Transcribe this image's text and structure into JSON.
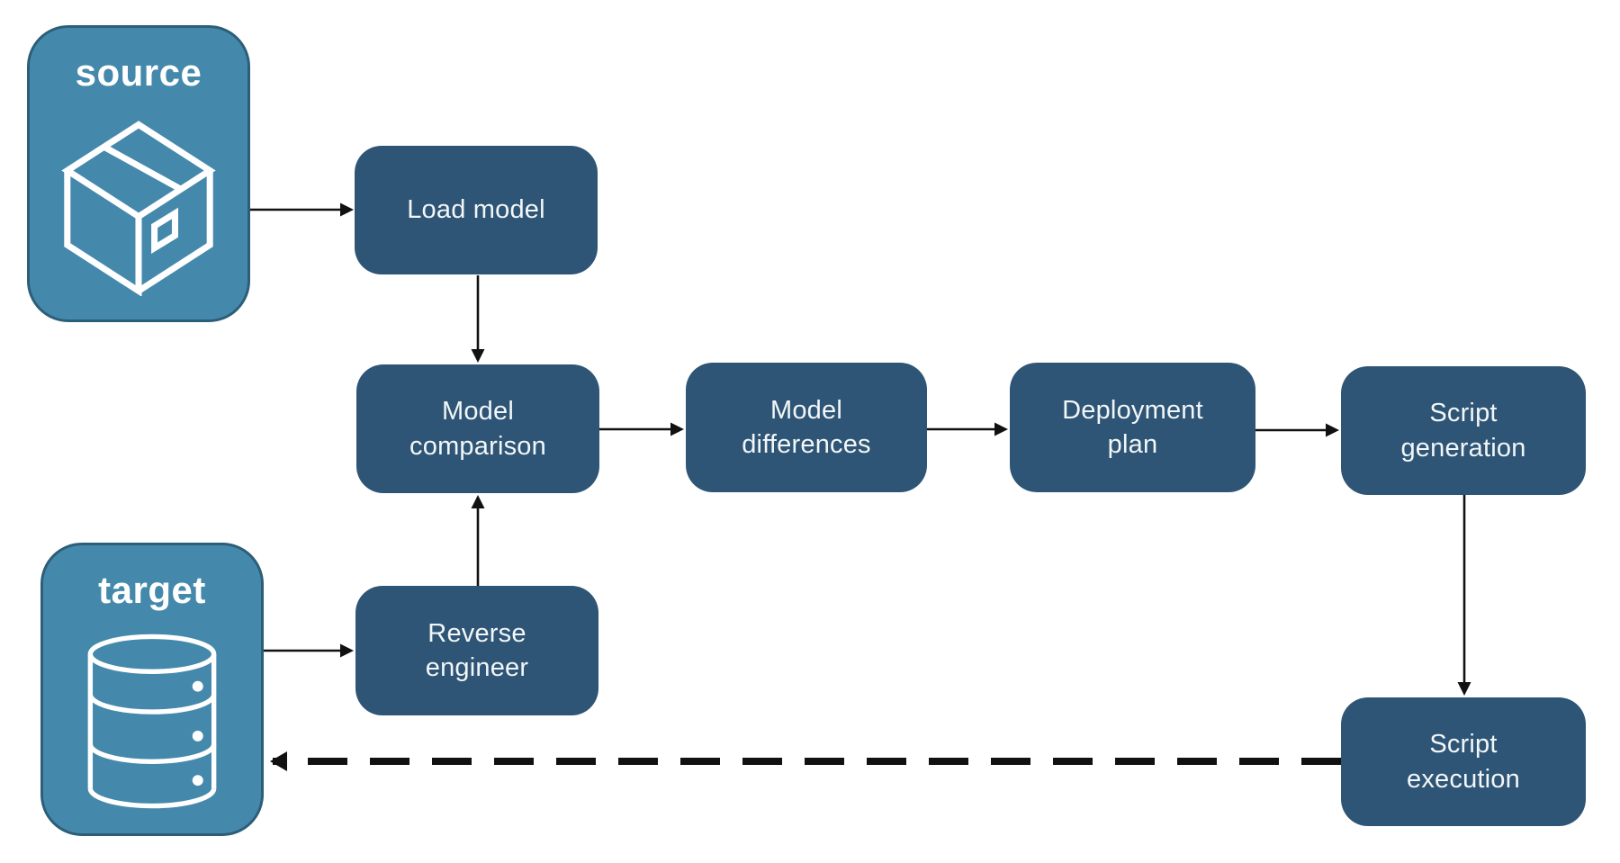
{
  "diagram": {
    "colors": {
      "endpoint_fill": "#4489AC",
      "endpoint_border": "#2D5E78",
      "node_fill": "#2E5575",
      "arrow_color": "#111111",
      "label_text": "#F2F6F8"
    },
    "endpoints": {
      "source": {
        "label": "source",
        "icon": "package-icon"
      },
      "target": {
        "label": "target",
        "icon": "database-icon"
      }
    },
    "nodes": {
      "load_model": {
        "label": "Load model"
      },
      "model_comparison": {
        "label": "Model\ncomparison"
      },
      "model_differences": {
        "label": "Model\ndifferences"
      },
      "deployment_plan": {
        "label": "Deployment\nplan"
      },
      "script_generation": {
        "label": "Script\ngeneration"
      },
      "reverse_engineer": {
        "label": "Reverse\nengineer"
      },
      "script_execution": {
        "label": "Script\nexecution"
      }
    },
    "edges": [
      {
        "from": "source",
        "to": "load_model",
        "style": "solid"
      },
      {
        "from": "load_model",
        "to": "model_comparison",
        "style": "solid"
      },
      {
        "from": "model_comparison",
        "to": "model_differences",
        "style": "solid"
      },
      {
        "from": "model_differences",
        "to": "deployment_plan",
        "style": "solid"
      },
      {
        "from": "deployment_plan",
        "to": "script_generation",
        "style": "solid"
      },
      {
        "from": "script_generation",
        "to": "script_execution",
        "style": "solid"
      },
      {
        "from": "target",
        "to": "reverse_engineer",
        "style": "solid"
      },
      {
        "from": "reverse_engineer",
        "to": "model_comparison",
        "style": "solid"
      },
      {
        "from": "script_execution",
        "to": "target",
        "style": "dashed"
      }
    ]
  }
}
